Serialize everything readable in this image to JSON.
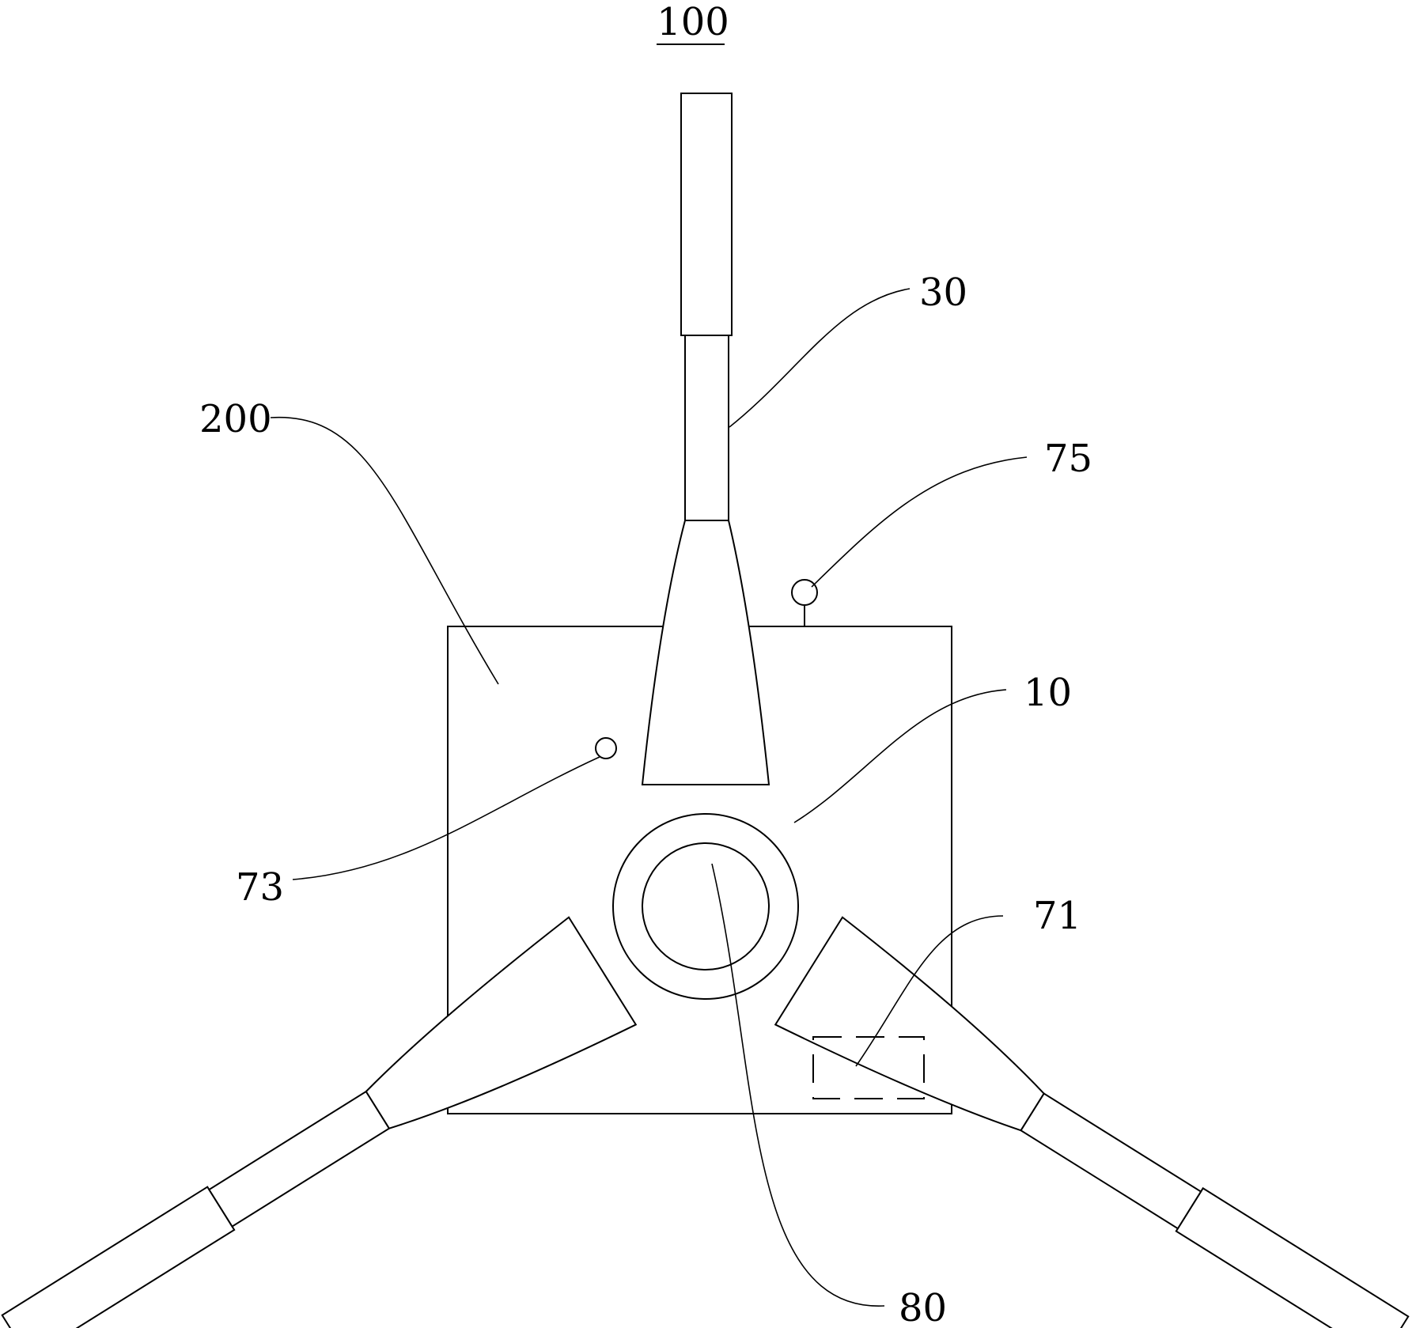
{
  "figure": {
    "title_ref": "100",
    "labels": {
      "leg_ref": "30",
      "base_ref": "200",
      "top_sensor_ref": "75",
      "hub_ref": "10",
      "side_sensor_ref": "73",
      "controller_ref": "71",
      "center_ref": "80"
    }
  },
  "colors": {
    "line": "#000000",
    "background": "#ffffff"
  }
}
